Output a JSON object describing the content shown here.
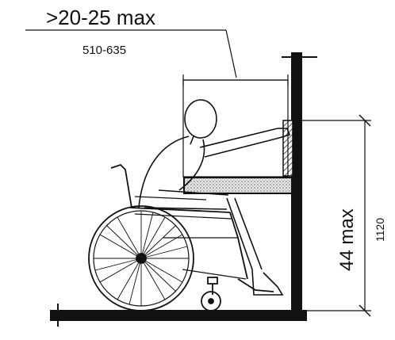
{
  "dimensions": {
    "reach_depth": {
      "label": ">20-25 max",
      "metric": "510-635"
    },
    "reach_height": {
      "label": "44 max",
      "metric": "1120"
    }
  },
  "colors": {
    "ink": "#111111",
    "hatch": "#555555"
  }
}
